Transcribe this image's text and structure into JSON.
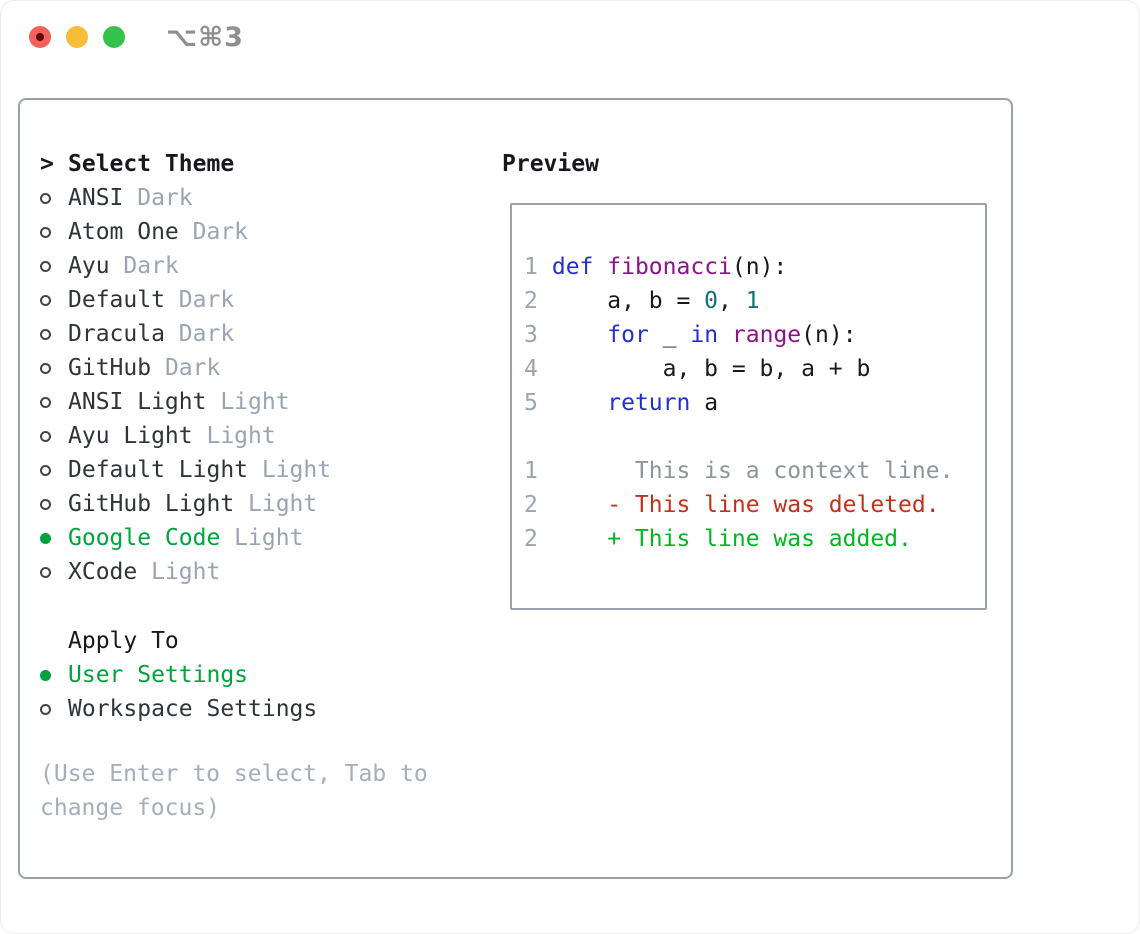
{
  "window": {
    "title": "⌥⌘3"
  },
  "colors": {
    "ui_green": "#00a33c",
    "keyword_blue": "#2330cc",
    "function_purple": "#8d118d",
    "literal_teal": "#0e7474",
    "muted_gray": "#9aa4b3",
    "diff_red": "#c52f1d",
    "diff_green": "#00b81e",
    "traffic_red": "#f4605a",
    "traffic_yellow": "#f5bd3a",
    "traffic_green": "#35c24c"
  },
  "theme_selector": {
    "cursor": ">",
    "header": "Select Theme",
    "items": [
      {
        "name": "ANSI",
        "tag": "Dark",
        "selected": false
      },
      {
        "name": "Atom One",
        "tag": "Dark",
        "selected": false
      },
      {
        "name": "Ayu",
        "tag": "Dark",
        "selected": false
      },
      {
        "name": "Default",
        "tag": "Dark",
        "selected": false
      },
      {
        "name": "Dracula",
        "tag": "Dark",
        "selected": false
      },
      {
        "name": "GitHub",
        "tag": "Dark",
        "selected": false
      },
      {
        "name": "ANSI Light",
        "tag": "Light",
        "selected": false
      },
      {
        "name": "Ayu Light",
        "tag": "Light",
        "selected": false
      },
      {
        "name": "Default Light",
        "tag": "Light",
        "selected": false
      },
      {
        "name": "GitHub Light",
        "tag": "Light",
        "selected": false
      },
      {
        "name": "Google Code",
        "tag": "Light",
        "selected": true
      },
      {
        "name": "XCode",
        "tag": "Light",
        "selected": false
      }
    ]
  },
  "apply_to": {
    "header": "Apply To",
    "options": [
      {
        "name": "User Settings",
        "selected": true
      },
      {
        "name": "Workspace Settings",
        "selected": false
      }
    ]
  },
  "hint_lines": [
    "(Use Enter to select, Tab to",
    "change focus)"
  ],
  "preview": {
    "header": "Preview",
    "code_lines": [
      {
        "num": "1",
        "segments": [
          [
            "plain",
            " "
          ],
          [
            "kw",
            "def"
          ],
          [
            "plain",
            " "
          ],
          [
            "fn",
            "fibonacci"
          ],
          [
            "plain",
            "(n):"
          ]
        ]
      },
      {
        "num": "2",
        "segments": [
          [
            "plain",
            "     a, b = "
          ],
          [
            "lit",
            "0"
          ],
          [
            "plain",
            ", "
          ],
          [
            "lit",
            "1"
          ]
        ]
      },
      {
        "num": "3",
        "segments": [
          [
            "plain",
            "     "
          ],
          [
            "kw",
            "for"
          ],
          [
            "plain",
            " _ "
          ],
          [
            "kw",
            "in"
          ],
          [
            "plain",
            " "
          ],
          [
            "fn",
            "range"
          ],
          [
            "plain",
            "(n):"
          ]
        ]
      },
      {
        "num": "4",
        "segments": [
          [
            "plain",
            "         a, b = b, a + b"
          ]
        ]
      },
      {
        "num": "5",
        "segments": [
          [
            "plain",
            "     "
          ],
          [
            "kw",
            "return"
          ],
          [
            "plain",
            " a"
          ]
        ]
      }
    ],
    "diff_lines": [
      {
        "num": "1",
        "type": "context",
        "text": "       This is a context line."
      },
      {
        "num": "2",
        "type": "deleted",
        "text": "     - This line was deleted."
      },
      {
        "num": "2",
        "type": "added",
        "text": "     + This line was added."
      }
    ]
  }
}
